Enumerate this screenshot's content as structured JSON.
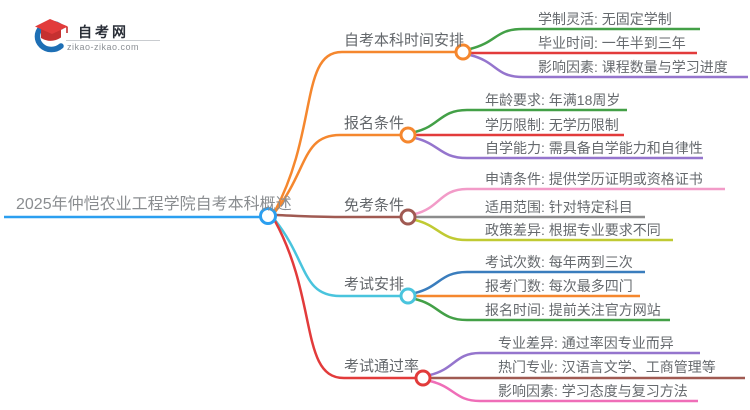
{
  "logo": {
    "title": "自考网",
    "subtitle": "zikao-zikao.com",
    "icon": "graduation-cap-icon"
  },
  "colors": {
    "root_blue": "#2b9ff0",
    "orange": "#f5872e",
    "brick": "#a05a52",
    "cyan": "#49c4dd",
    "red": "#e23b3b",
    "green": "#43a047",
    "purple": "#9575cd",
    "pink_light": "#f29bc8",
    "magenta": "#ef6eb8",
    "gray": "#8c8c8c",
    "olive": "#c0ca33",
    "blue": "#3a7dbd",
    "logo_blue": "#1e6fb5",
    "logo_red": "#e23b3b",
    "logo_red_dark": "#c53030"
  },
  "mindmap": {
    "root": {
      "label": "2025年仲恺农业工程学院自考本科概述"
    },
    "branches": [
      {
        "label": "自考本科时间安排",
        "children": [
          "学制灵活: 无固定学制",
          "毕业时间: 一年半到三年",
          "影响因素: 课程数量与学习进度"
        ]
      },
      {
        "label": "报名条件",
        "children": [
          "年龄要求: 年满18周岁",
          "学历限制: 无学历限制",
          "自学能力: 需具备自学能力和自律性"
        ]
      },
      {
        "label": "免考条件",
        "children": [
          "申请条件: 提供学历证明或资格证书",
          "适用范围: 针对特定科目",
          "政策差异: 根据专业要求不同"
        ]
      },
      {
        "label": "考试安排",
        "children": [
          "考试次数: 每年两到三次",
          "报考门数: 每次最多四门",
          "报名时间: 提前关注官方网站"
        ]
      },
      {
        "label": "考试通过率",
        "children": [
          "专业差异: 通过率因专业而异",
          "热门专业: 汉语言文学、工商管理等",
          "影响因素: 学习态度与复习方法"
        ]
      }
    ]
  }
}
